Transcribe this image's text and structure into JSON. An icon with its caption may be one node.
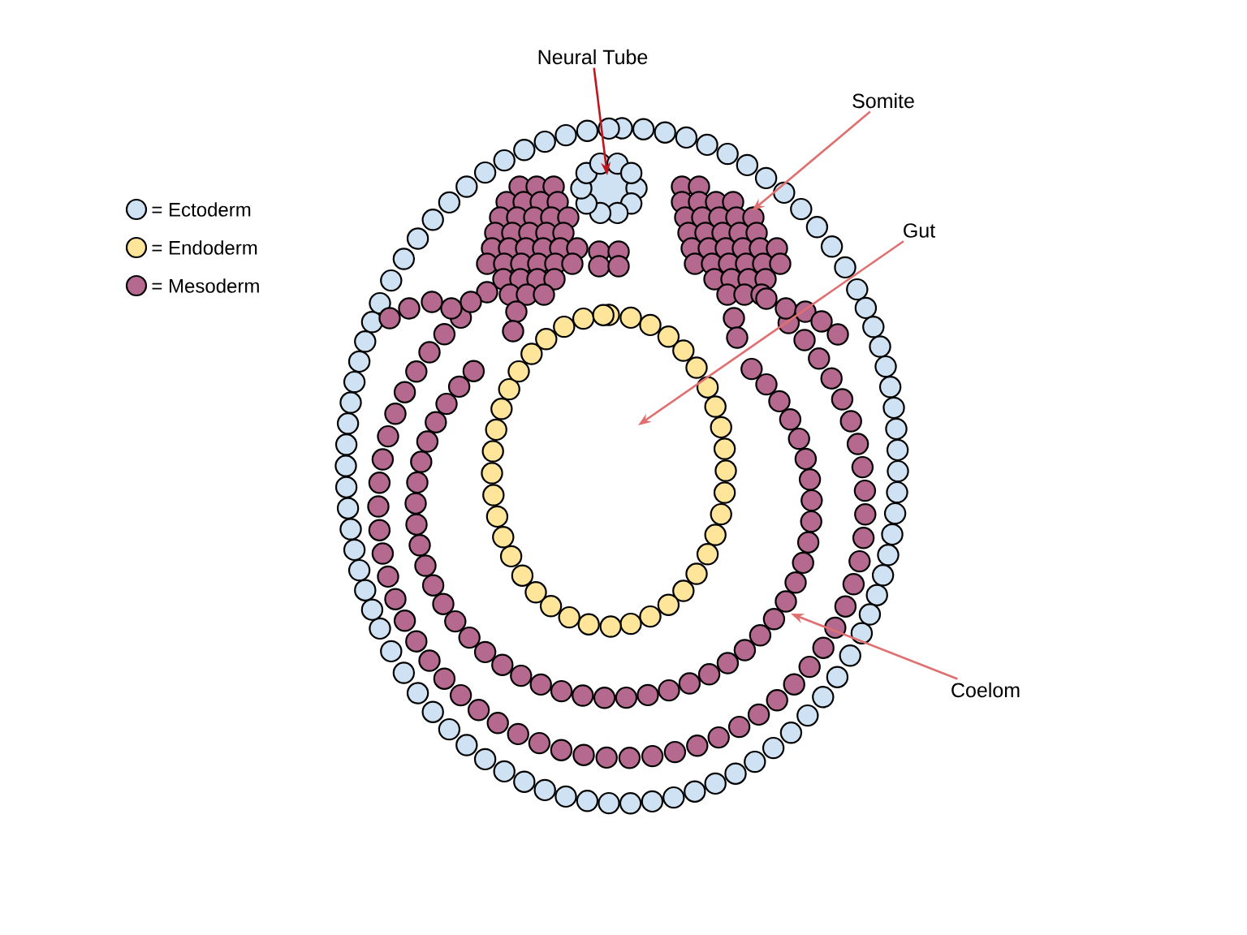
{
  "diagram": {
    "nodes": [
      {
        "text": [
          "Neural Tube"
        ]
      },
      {
        "text": [
          "Somite"
        ]
      },
      {
        "text": [
          "Gut"
        ]
      },
      {
        "text": [
          "Coelom"
        ]
      }
    ],
    "edges": [
      {
        "from": 0,
        "to": null,
        "arrow": "to",
        "color": "#c0141e"
      },
      {
        "from": 1,
        "to": null,
        "arrow": "to"
      },
      {
        "from": 2,
        "to": null,
        "arrow": "to"
      },
      {
        "from": 3,
        "to": null,
        "arrow": "to"
      }
    ],
    "legend": [
      {
        "text": "= Ectoderm",
        "color": "#cfe2f3"
      },
      {
        "text": "= Endoderm",
        "color": "#ffe599"
      },
      {
        "text": "= Mesoderm",
        "color": "#b5698f"
      }
    ]
  }
}
